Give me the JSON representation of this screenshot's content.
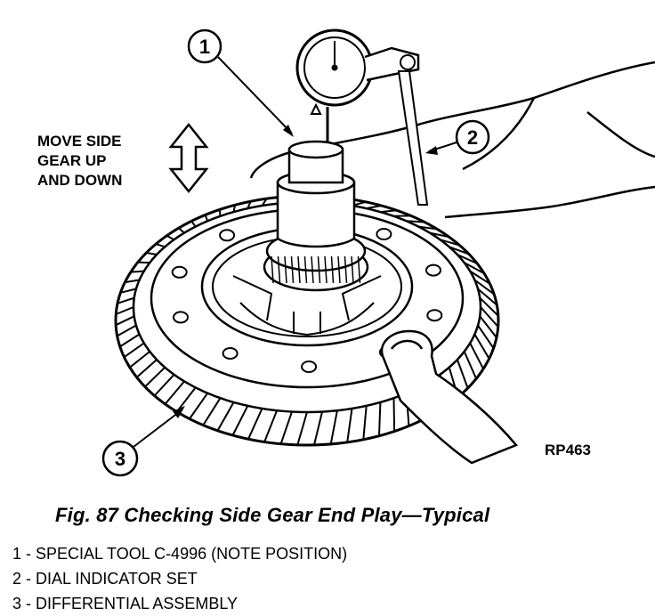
{
  "figure": {
    "move_label_lines": [
      "MOVE SIDE",
      "GEAR UP",
      "AND DOWN"
    ],
    "ref_code": "RP463",
    "callouts": [
      "1",
      "2",
      "3"
    ],
    "caption": "Fig. 87 Checking Side Gear End Play—Typical"
  },
  "legend": {
    "items": [
      "1 - SPECIAL TOOL C-4996 (NOTE POSITION)",
      "2 - DIAL INDICATOR SET",
      "3 - DIFFERENTIAL ASSEMBLY"
    ]
  }
}
